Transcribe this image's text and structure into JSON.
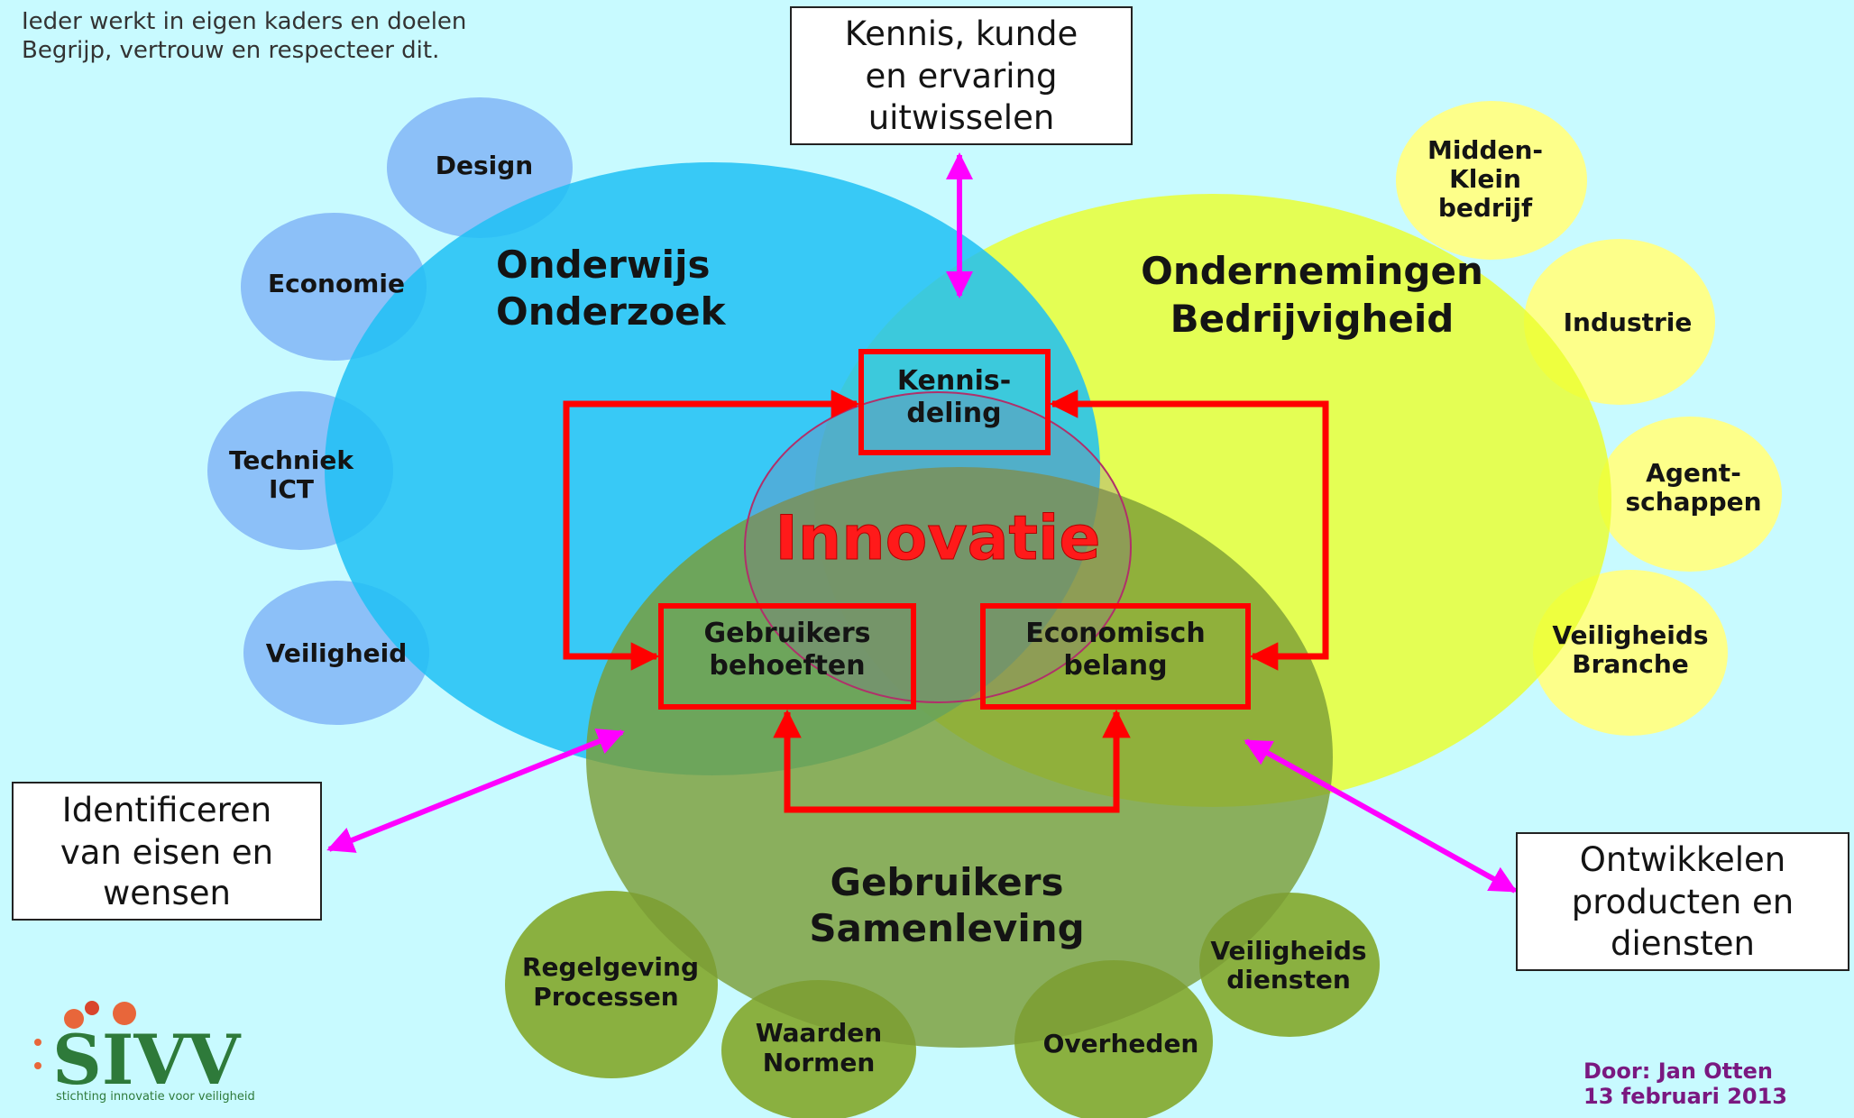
{
  "header": {
    "line1": "Ieder werkt in eigen kaders en doelen",
    "line2": "Begrijp, vertrouw en respecteer dit."
  },
  "callouts": {
    "top": [
      "Kennis, kunde",
      "en ervaring",
      "uitwisselen"
    ],
    "left": [
      "Identificeren",
      "van eisen en",
      "wensen"
    ],
    "right": [
      "Ontwikkelen",
      "producten en",
      "diensten"
    ]
  },
  "domains": {
    "onderwijs": [
      "Onderwijs",
      "Onderzoek"
    ],
    "ondernemingen": [
      "Ondernemingen",
      "Bedrijvigheid"
    ],
    "gebruikers": [
      "Gebruikers",
      "Samenleving"
    ]
  },
  "center": {
    "innovatie": "Innovatie"
  },
  "boxes": {
    "kennisdeling": [
      "Kennis-",
      "deling"
    ],
    "gebruikers_behoeften": [
      "Gebruikers",
      "behoeften"
    ],
    "economisch_belang": [
      "Economisch",
      "belang"
    ]
  },
  "satellites": {
    "blue": [
      {
        "lines": [
          "Design"
        ]
      },
      {
        "lines": [
          "Economie"
        ]
      },
      {
        "lines": [
          "Techniek",
          "ICT"
        ]
      },
      {
        "lines": [
          "Veiligheid"
        ]
      }
    ],
    "yellow": [
      {
        "lines": [
          "Midden-",
          "Klein",
          "bedrijf"
        ]
      },
      {
        "lines": [
          "Industrie"
        ]
      },
      {
        "lines": [
          "Agent-",
          "schappen"
        ]
      },
      {
        "lines": [
          "Veiligheids",
          "Branche"
        ]
      }
    ],
    "green": [
      {
        "lines": [
          "Regelgeving",
          "Processen"
        ]
      },
      {
        "lines": [
          "Waarden",
          "Normen"
        ]
      },
      {
        "lines": [
          "Overheden"
        ]
      },
      {
        "lines": [
          "Veiligheids",
          "diensten"
        ]
      }
    ]
  },
  "logo": {
    "name": "SIVV",
    "tagline": "stichting innovatie voor veiligheid"
  },
  "footer": {
    "author": "Door: Jan Otten",
    "date": "13 februari 2013"
  },
  "colors": {
    "background": "#c8faff",
    "blue_circle": "#1fc0f5",
    "yellow_circle": "#eaff2e",
    "green_circle": "#7fa23a",
    "satellite_blue": "#8cc0f8",
    "satellite_yellow": "#fdff8a",
    "satellite_green": "#8ab040",
    "red_arrow": "#ff0000",
    "magenta_arrow": "#ff00ff",
    "footer_text": "#7a1880"
  }
}
